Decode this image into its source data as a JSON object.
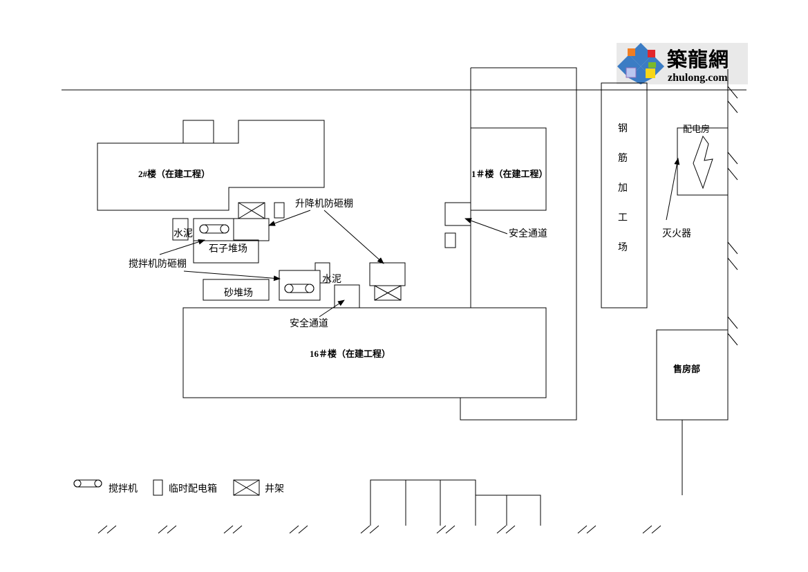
{
  "logo": {
    "cn": "築龍網",
    "en": "zhulong.com",
    "colors": {
      "blue": "#3b7cc4",
      "orange": "#f07d22",
      "green": "#7ab929",
      "yellow": "#f7d618",
      "red": "#e2262b",
      "purple": "#8e6cb8"
    }
  },
  "buildings": {
    "b2": "2#楼（在建工程）",
    "b1": "1＃楼（在建工程）",
    "b16": "16＃楼（在建工程）",
    "sales": "售房部"
  },
  "labels": {
    "power_room": "配电房",
    "fire_extinguisher": "灭火器",
    "rebar_chars": [
      "钢",
      "筋",
      "加",
      "工",
      "场"
    ],
    "hoist_shed": "升降机防砸棚",
    "mixer_shed": "搅拌机防砸棚",
    "cement_1": "水泥",
    "cement_2": "水泥",
    "stone_yard": "石子堆场",
    "sand_yard": "砂堆场",
    "safe_passage_1": "安全通道",
    "safe_passage_2": "安全通道"
  },
  "legend": {
    "mixer": "搅拌机",
    "dist_box": "临时配电箱",
    "hoist_frame": "井架"
  }
}
